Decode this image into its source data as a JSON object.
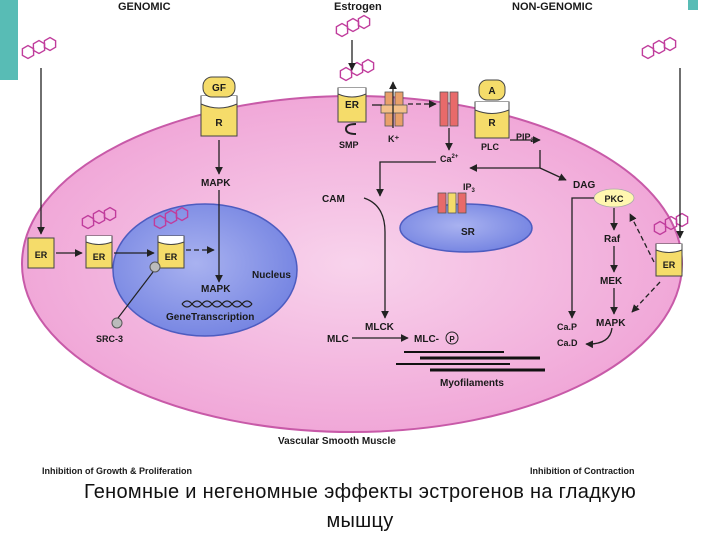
{
  "header": {
    "genomic": "GENOMIC",
    "estrogen": "Estrogen",
    "non_genomic": "NON-GENOMIC"
  },
  "receptors": {
    "gf": "GF",
    "r_left": "R",
    "er_membrane": "ER",
    "a": "A",
    "r_right": "R"
  },
  "labels": {
    "smp": "SMP",
    "k_plus": "K⁺",
    "plc": "PLC",
    "pip2": "PIP",
    "pip2_sub": "2",
    "ca2": "Ca",
    "ca2_sup": "2+",
    "mapk_top": "MAPK",
    "dag": "DAG",
    "pkc": "PKC",
    "cam": "CAM",
    "ip3": "IP",
    "ip3_sub": "3",
    "sr": "SR",
    "er_a": "ER",
    "er_b": "ER",
    "er_c": "ER",
    "er_right": "ER",
    "raf": "Raf",
    "mek": "MEK",
    "mapk_right": "MAPK",
    "nucleus": "Nucleus",
    "mapk_nucleus": "MAPK",
    "gene_transcription": "GeneTranscription",
    "src3": "SRC-3",
    "mlck": "MLCK",
    "mlc": "MLC",
    "mlc_p": "MLC-",
    "p": "P",
    "cap": "Ca.P",
    "cad": "Ca.D",
    "myofilaments": "Myofilaments",
    "vsm": "Vascular Smooth Muscle",
    "inhibition_growth": "Inhibition of Growth & Proliferation",
    "inhibition_contraction": "Inhibition of Contraction"
  },
  "caption": {
    "line1": "Геномные и негеномные эффекты эстрогенов на гладкую",
    "line2": "мышцу"
  },
  "colors": {
    "cell": "#f2bfe2",
    "cell_edge": "#c85aa8",
    "nucleus": "#8c98e8",
    "receptor": "#f5dc6a",
    "channel": "#e8a06a",
    "channel_red": "#e86a6a",
    "pkc": "#fff7b0",
    "accent_teal": "#3bb0a8"
  }
}
